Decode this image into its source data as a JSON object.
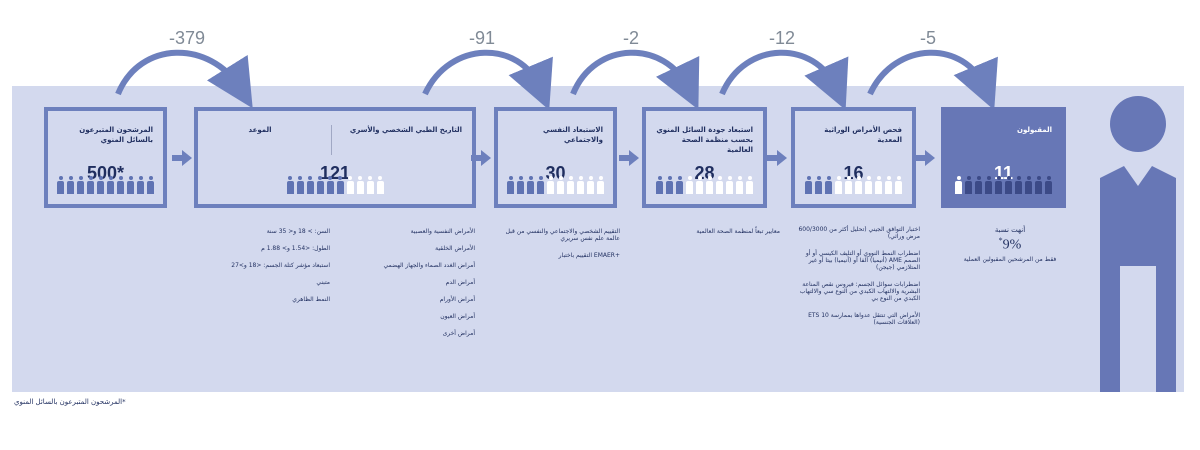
{
  "drops": [
    "-379",
    "-91",
    "-2",
    "-12",
    "-5"
  ],
  "stages": [
    {
      "title": "المرشحون المتبرعون بالسائل المنوي",
      "value": "500*",
      "filled": 10,
      "empty": 0
    },
    {
      "title": "التاريخ الطبي الشخصي والأسري",
      "title2": "الموعد",
      "value": "121",
      "filled": 6,
      "empty": 4
    },
    {
      "title": "الاستبعاد النفسي والاجتماعي",
      "value": "30",
      "filled": 4,
      "empty": 6
    },
    {
      "title": "استبعاد جودة السائل المنوي بحسب منظمة الصحة العالمية",
      "value": "28",
      "filled": 3,
      "empty": 7
    },
    {
      "title": "فحص الأمراض الوراثية المعدية",
      "value": "16",
      "filled": 3,
      "empty": 7
    },
    {
      "title": "المقبولون",
      "value": "11",
      "filled": 1,
      "empty": 9
    }
  ],
  "criteria": {
    "col1": [
      "السن: > 18 و< 35 سنة",
      "الطول: <1.54 و> 1.88 م",
      "استبعاد مؤشر كتلة الجسم: <18 و>27",
      "متبني",
      "النمط الظاهري"
    ],
    "col2": [
      "الأمراض النفسية والعصبية",
      "الأمراض الخلقية",
      "أمراض الغدد الصماء والجهاز الهضمي",
      "أمراض الدم",
      "أمراض الأورام",
      "أمراض العيون",
      "أمراض أخرى"
    ],
    "col3": [
      "التقييم الشخصي والاجتماعي والنفسي من قبل عالمة علم نفس سريري",
      "+EMAER التقييم باختبار"
    ],
    "col4": [
      "معايير تبعاً لمنظمة الصحة العالمية"
    ],
    "col5": [
      "اختبار التوافق الجيني (تحليل أكثر من 600/3000 مرض وراثي)",
      "اضطراب النمط النووي أو التليف الكيسي أو أو الصمم AME (أنيميا) ألفا أو (أنيميا) بيتا أو غير المتلازمي (جيجن)",
      "اضطرابات سوائل الجسم: فيروس نقص المناعة البشرية والالتهاب الكبدي من النوع سي والالتهاب الكبدي من النوع بي",
      "الأمراض التي تنتقل عدواها بممارسة ETS 10 (العلاقات الجنسية)"
    ]
  },
  "summary": {
    "line1": "أنهت نسبة",
    "percent": "9%",
    "star": "*",
    "line3": "فقط من المرشحين المقبولين العملية"
  },
  "footnote": "*المرشحون المتبرعون بالسائل المنوي"
}
